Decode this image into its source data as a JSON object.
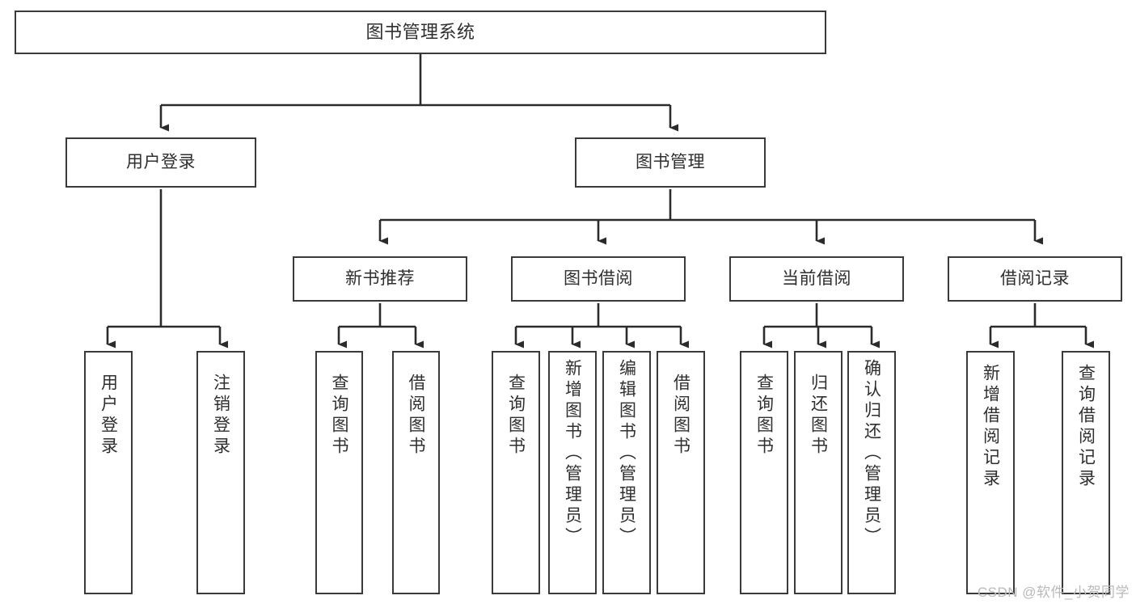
{
  "diagram": {
    "title": "图书管理系统",
    "type": "hierarchy-tree",
    "watermark": "CSDN @软件_小贺同学",
    "colors": {
      "background": "#ffffff",
      "box_border": "#3a3a3a",
      "box_fill": "#ffffff",
      "text": "#2f2f2f",
      "connector": "#2b2b2b",
      "watermark": "#b9b9b9"
    },
    "levels": {
      "level1": [
        {
          "id": "root",
          "label": "图书管理系统",
          "orientation": "horizontal"
        }
      ],
      "level2": [
        {
          "id": "user-login",
          "label": "用户登录",
          "orientation": "horizontal"
        },
        {
          "id": "book-manage",
          "label": "图书管理",
          "orientation": "horizontal"
        }
      ],
      "level3": [
        {
          "id": "new-book-rec",
          "label": "新书推荐",
          "orientation": "horizontal",
          "parent": "book-manage"
        },
        {
          "id": "book-borrow",
          "label": "图书借阅",
          "orientation": "horizontal",
          "parent": "book-manage"
        },
        {
          "id": "current-borrow",
          "label": "当前借阅",
          "orientation": "horizontal",
          "parent": "book-manage"
        },
        {
          "id": "borrow-record",
          "label": "借阅记录",
          "orientation": "horizontal",
          "parent": "book-manage"
        }
      ],
      "level4": [
        {
          "id": "leaf-user-login",
          "label": "用户登录",
          "orientation": "vertical",
          "parent": "user-login"
        },
        {
          "id": "leaf-logout",
          "label": "注销登录",
          "orientation": "vertical",
          "parent": "user-login"
        },
        {
          "id": "leaf-query-book-1",
          "label": "查询图书",
          "orientation": "vertical",
          "parent": "new-book-rec"
        },
        {
          "id": "leaf-borrow-book-1",
          "label": "借阅图书",
          "orientation": "vertical",
          "parent": "new-book-rec"
        },
        {
          "id": "leaf-query-book-2",
          "label": "查询图书",
          "orientation": "vertical",
          "parent": "book-borrow"
        },
        {
          "id": "leaf-add-book",
          "label": "新增图书（管理员）",
          "orientation": "vertical",
          "parent": "book-borrow"
        },
        {
          "id": "leaf-edit-book",
          "label": "编辑图书（管理员）",
          "orientation": "vertical",
          "parent": "book-borrow"
        },
        {
          "id": "leaf-borrow-book-2",
          "label": "借阅图书",
          "orientation": "vertical",
          "parent": "book-borrow"
        },
        {
          "id": "leaf-query-book-3",
          "label": "查询图书",
          "orientation": "vertical",
          "parent": "current-borrow"
        },
        {
          "id": "leaf-return-book",
          "label": "归还图书",
          "orientation": "vertical",
          "parent": "current-borrow"
        },
        {
          "id": "leaf-confirm-return",
          "label": "确认归还（管理员）",
          "orientation": "vertical",
          "parent": "current-borrow"
        },
        {
          "id": "leaf-add-record",
          "label": "新增借阅记录",
          "orientation": "vertical",
          "parent": "borrow-record"
        },
        {
          "id": "leaf-query-record",
          "label": "查询借阅记录",
          "orientation": "vertical",
          "parent": "borrow-record"
        }
      ]
    }
  }
}
